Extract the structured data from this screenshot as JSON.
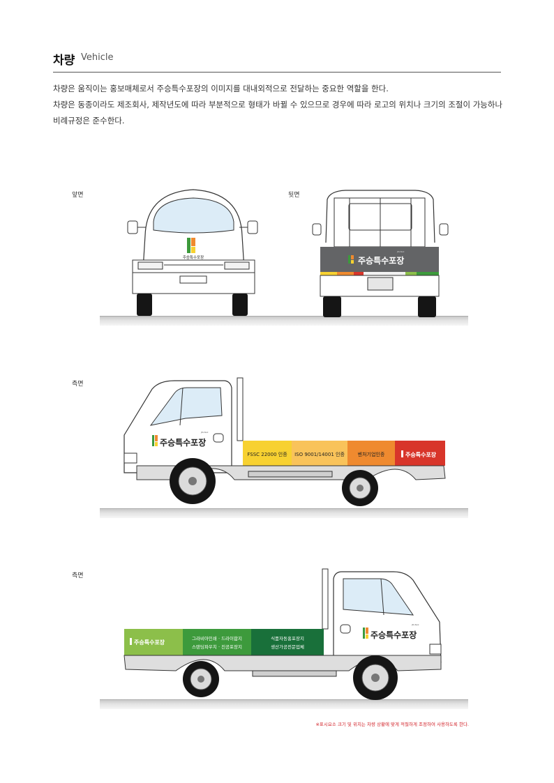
{
  "header": {
    "title_ko": "차량",
    "title_en": "Vehicle"
  },
  "description": [
    "차량은 움직이는 홍보매체로서 주승특수포장의 이미지를 대내외적으로 전달하는 중요한 역할을 한다.",
    "차량은 동종이라도 제조회사, 제작년도에 따라 부분적으로 형태가 바뀔 수 있으므로 경우에 따라 로고의 위치나 크기의 조절이 가능하나",
    "비례규정은 준수한다."
  ],
  "views": {
    "front_label": "앞면",
    "rear_label": "뒷면",
    "side1_label": "측면",
    "side2_label": "측면"
  },
  "brand": {
    "name": "주승특수포장",
    "small_mark": "JSS Pack",
    "colors": {
      "yellow": "#f7d131",
      "light_orange": "#f9c35a",
      "orange": "#ef8a2f",
      "red": "#d8352a",
      "light_green": "#8cbf4a",
      "green": "#3d9a3c",
      "dark_green": "#19703a",
      "gray": "#636466"
    }
  },
  "side1_panels": [
    "FSSC 22000 인증",
    "ISO 9001/14001 인증",
    "벤처기업인증"
  ],
  "side2_panels": [
    [
      "그라비아인쇄 · 드라이합지",
      "스탠딩파우치 · 진공포장지"
    ],
    [
      "식품자동홍포장지",
      "생산가공전문업체"
    ]
  ],
  "footnote": "※표시요소 크기 및 위치는 차량 상황에 맞게 적절하게 조정하여 사용하도록 한다."
}
